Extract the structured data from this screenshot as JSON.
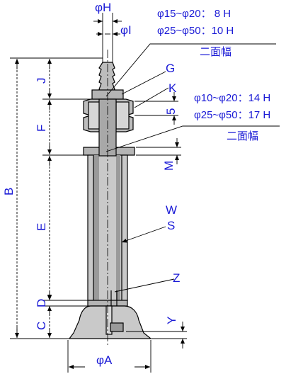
{
  "dims": {
    "phiH": "φH",
    "phiI": "φI",
    "phiA": "φA",
    "B": "B",
    "J": "J",
    "F": "F",
    "E": "E",
    "D": "D",
    "C": "C",
    "M": "M",
    "Y": "Y",
    "five": "5"
  },
  "parts": {
    "G": "G",
    "K": "K",
    "W": "W",
    "S": "S",
    "Z": "Z"
  },
  "notes": {
    "top_line1": "φ15~φ20： 8 H",
    "top_line2": "φ25~φ50：10 H",
    "top_flat": "二面幅",
    "mid_line1": "φ10~φ20：14 H",
    "mid_line2": "φ25~φ50：17 H",
    "mid_flat": "二面幅"
  },
  "colors": {
    "label": "#1a1ad6",
    "body_fill": "#c9c9c9",
    "dark_fill": "#9a9a9a",
    "line": "#000000"
  }
}
